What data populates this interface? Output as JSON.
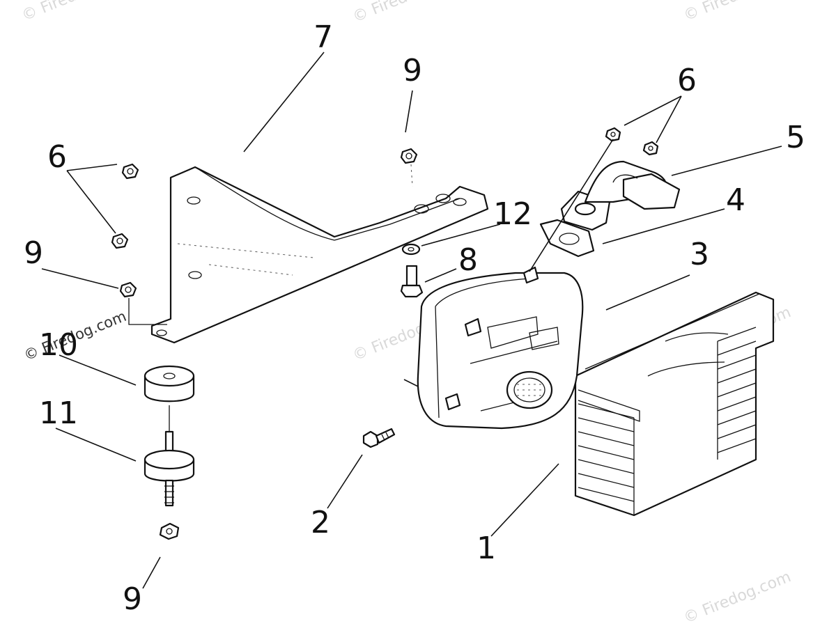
{
  "diagram": {
    "callouts": [
      "7",
      "9",
      "6",
      "5",
      "4",
      "12",
      "8",
      "3",
      "9",
      "6",
      "10",
      "11",
      "2",
      "1",
      "9"
    ],
    "watermarks": [
      "© Firedog.com",
      "© Firedog.com",
      "© Firedog.com",
      "© Firedog.com",
      "© Firedog.com",
      "© Firedog.com"
    ],
    "watermark_dark": "© Firedog.com"
  }
}
